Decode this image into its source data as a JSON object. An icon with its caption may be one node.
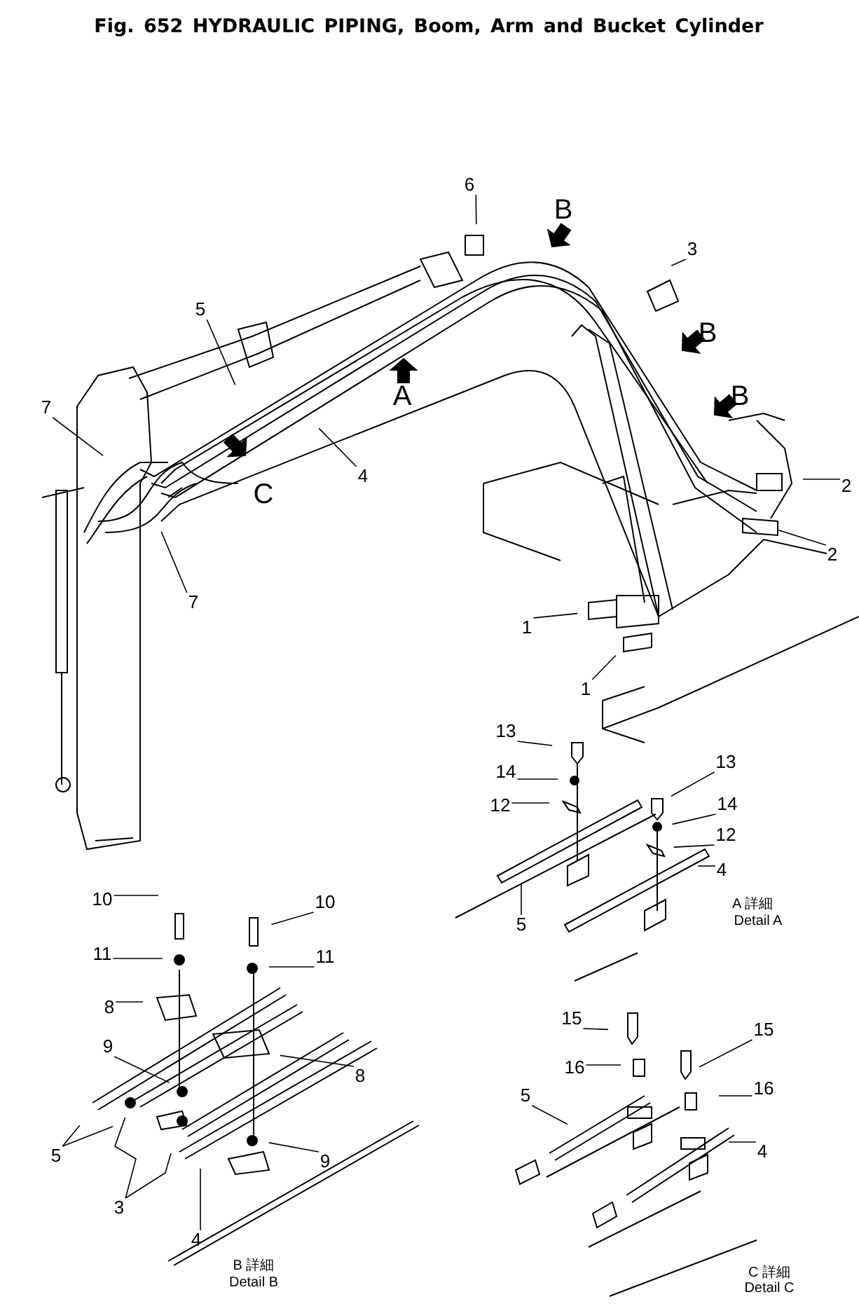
{
  "diagram": {
    "title": "Fig. 652 HYDRAULIC PIPING, Boom, Arm and Bucket Cylinder",
    "nodes": [
      {
        "text": [
          "6"
        ]
      },
      {
        "text": [
          "3"
        ]
      },
      {
        "text": [
          "5"
        ]
      },
      {
        "text": [
          "7"
        ]
      },
      {
        "text": [
          "4"
        ]
      },
      {
        "text": [
          "2"
        ]
      },
      {
        "text": [
          "2"
        ]
      },
      {
        "text": [
          "7"
        ]
      },
      {
        "text": [
          "1"
        ]
      },
      {
        "text": [
          "1"
        ]
      },
      {
        "text": [
          "13"
        ]
      },
      {
        "text": [
          "14"
        ]
      },
      {
        "text": [
          "12"
        ]
      },
      {
        "text": [
          "13"
        ]
      },
      {
        "text": [
          "14"
        ]
      },
      {
        "text": [
          "12"
        ]
      },
      {
        "text": [
          "4"
        ]
      },
      {
        "text": [
          "5"
        ]
      },
      {
        "text": [
          "10"
        ]
      },
      {
        "text": [
          "10"
        ]
      },
      {
        "text": [
          "11"
        ]
      },
      {
        "text": [
          "11"
        ]
      },
      {
        "text": [
          "8"
        ]
      },
      {
        "text": [
          "9"
        ]
      },
      {
        "text": [
          "8"
        ]
      },
      {
        "text": [
          "9"
        ]
      },
      {
        "text": [
          "5"
        ]
      },
      {
        "text": [
          "3"
        ]
      },
      {
        "text": [
          "4"
        ]
      },
      {
        "text": [
          "15"
        ]
      },
      {
        "text": [
          "16"
        ]
      },
      {
        "text": [
          "15"
        ]
      },
      {
        "text": [
          "16"
        ]
      },
      {
        "text": [
          "5"
        ]
      },
      {
        "text": [
          "4"
        ]
      }
    ],
    "edges": [
      {
        "from": 0,
        "to": null,
        "arrow": "none"
      },
      {
        "from": 1,
        "to": null,
        "arrow": "none"
      },
      {
        "from": 2,
        "to": null,
        "arrow": "none"
      },
      {
        "from": 3,
        "to": null,
        "arrow": "none"
      },
      {
        "from": 4,
        "to": null,
        "arrow": "none"
      },
      {
        "from": 5,
        "to": null,
        "arrow": "none"
      },
      {
        "from": 6,
        "to": null,
        "arrow": "none"
      },
      {
        "from": 7,
        "to": null,
        "arrow": "none"
      },
      {
        "from": 8,
        "to": null,
        "arrow": "none"
      },
      {
        "from": 9,
        "to": null,
        "arrow": "none"
      },
      {
        "from": 10,
        "to": null,
        "arrow": "none"
      },
      {
        "from": 11,
        "to": null,
        "arrow": "none"
      },
      {
        "from": 12,
        "to": null,
        "arrow": "none"
      },
      {
        "from": 13,
        "to": null,
        "arrow": "none"
      },
      {
        "from": 14,
        "to": null,
        "arrow": "none"
      },
      {
        "from": 15,
        "to": null,
        "arrow": "none"
      },
      {
        "from": 16,
        "to": null,
        "arrow": "none"
      },
      {
        "from": 17,
        "to": null,
        "arrow": "none"
      },
      {
        "from": 18,
        "to": null,
        "arrow": "none"
      },
      {
        "from": 19,
        "to": null,
        "arrow": "none"
      },
      {
        "from": 20,
        "to": null,
        "arrow": "none"
      },
      {
        "from": 21,
        "to": null,
        "arrow": "none"
      },
      {
        "from": 22,
        "to": null,
        "arrow": "none"
      },
      {
        "from": 23,
        "to": null,
        "arrow": "none"
      },
      {
        "from": 24,
        "to": null,
        "arrow": "none"
      },
      {
        "from": 25,
        "to": null,
        "arrow": "none"
      },
      {
        "from": 26,
        "to": null,
        "arrow": "none"
      },
      {
        "from": 26,
        "to": null,
        "arrow": "none"
      },
      {
        "from": 27,
        "to": null,
        "arrow": "none"
      },
      {
        "from": 27,
        "to": null,
        "arrow": "none"
      },
      {
        "from": 28,
        "to": null,
        "arrow": "none"
      },
      {
        "from": 29,
        "to": null,
        "arrow": "none"
      },
      {
        "from": 30,
        "to": null,
        "arrow": "none"
      },
      {
        "from": 31,
        "to": null,
        "arrow": "none"
      },
      {
        "from": 32,
        "to": null,
        "arrow": "none"
      },
      {
        "from": 33,
        "to": null,
        "arrow": "none"
      },
      {
        "from": 34,
        "to": null,
        "arrow": "none"
      }
    ],
    "labels": [
      "B",
      "B",
      "A",
      "B",
      "C",
      "A 詳細",
      "Detail A",
      "B 詳細",
      "Detail B",
      "C 詳細",
      "Detail C"
    ]
  }
}
